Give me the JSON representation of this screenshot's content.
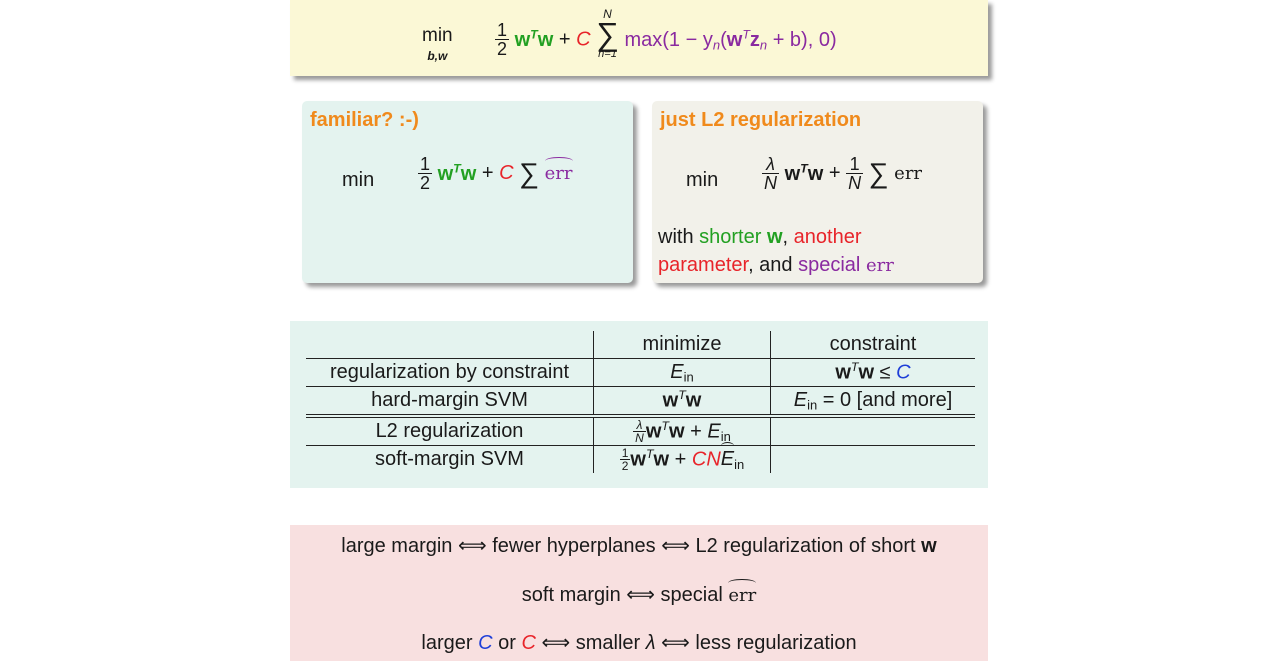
{
  "top_formula": {
    "min_label": "min",
    "min_sub": "b,w",
    "frac_num": "1",
    "frac_den": "2",
    "w": "w",
    "T": "T",
    "plus": "+",
    "C": "C",
    "sum_top": "N",
    "sum_bottom": "n=1",
    "max_text": "max(1 − y",
    "n": "n",
    "z": "z",
    "rest": "+ b), 0)"
  },
  "familiar": {
    "title": "familiar? :-)",
    "min_label": "min",
    "err_hat": "err"
  },
  "l2": {
    "title": "just L2 regularization",
    "min_label": "min",
    "lambda": "λ",
    "N": "N",
    "one": "1",
    "err": "err",
    "with": "with",
    "shorter": "shorter",
    "w": "w",
    "comma": ",",
    "another": "another",
    "parameter": "parameter",
    "and": ", and",
    "special": "special",
    "err2": "err"
  },
  "table": {
    "headers": [
      "",
      "minimize",
      "constraint"
    ],
    "rows": [
      {
        "label": "regularization by constraint",
        "minimize": "E",
        "minimize_sub": "in",
        "constraint_pre": "w",
        "constraint_post": "≤",
        "constraint_C": "C"
      },
      {
        "label": "hard-margin SVM",
        "minimize": "w",
        "constraint_E": "E",
        "constraint_sub": "in",
        "constraint_rest": "= 0 [and more]"
      },
      {
        "label": "L2 regularization",
        "minimize_E": "E",
        "minimize_sub": "in"
      },
      {
        "label": "soft-margin SVM",
        "minimize_CN": "CN",
        "minimize_E": "E",
        "minimize_sub": "in"
      }
    ]
  },
  "summary": {
    "line1": {
      "a": "large margin",
      "arrow": "⟺",
      "b": "fewer hyperplanes",
      "c": "L2 regularization of short",
      "w": "w"
    },
    "line2": {
      "a": "soft margin",
      "arrow": "⟺",
      "b": "special",
      "err": "err"
    },
    "line3": {
      "a": "larger",
      "C1": "C",
      "or": "or",
      "C2": "C",
      "arrow": "⟺",
      "b": "smaller",
      "lambda": "λ",
      "c": "less regularization"
    }
  }
}
